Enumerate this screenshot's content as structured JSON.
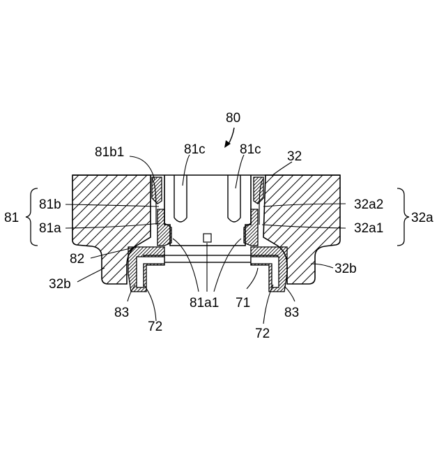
{
  "labels": {
    "assembly": "80",
    "lbl_81b1": "81b1",
    "lbl_81c_left": "81c",
    "lbl_81c_right": "81c",
    "lbl_32": "32",
    "lbl_81": "81",
    "lbl_81b": "81b",
    "lbl_81a": "81a",
    "lbl_32a2": "32a2",
    "lbl_32a": "32a",
    "lbl_32a1": "32a1",
    "lbl_82": "82",
    "lbl_32b_left": "32b",
    "lbl_32b_right": "32b",
    "lbl_83_left": "83",
    "lbl_83_right": "83",
    "lbl_81a1": "81a1",
    "lbl_71": "71",
    "lbl_72_left": "72",
    "lbl_72_right": "72"
  }
}
